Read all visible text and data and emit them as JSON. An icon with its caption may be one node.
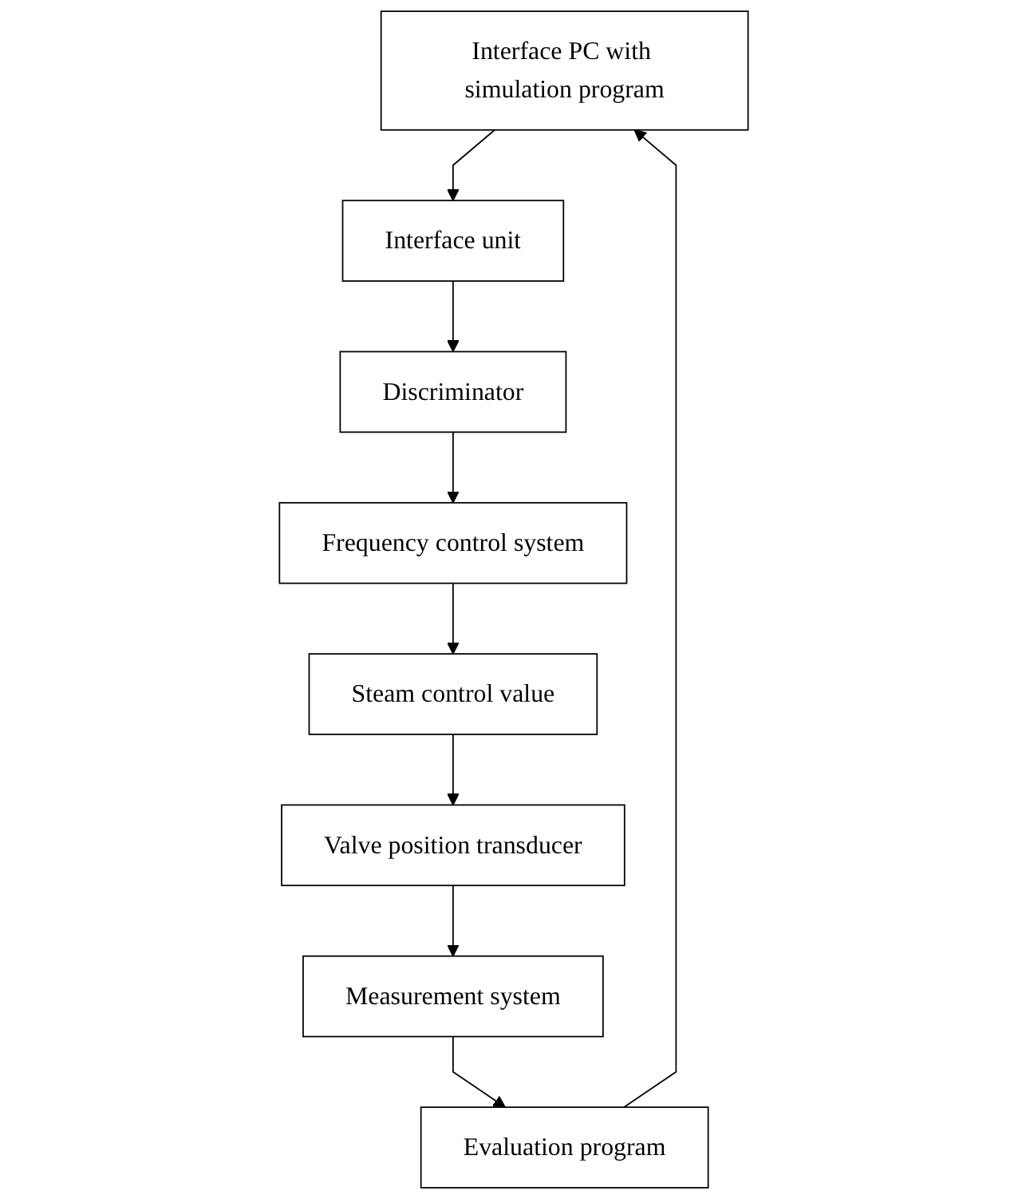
{
  "diagram": {
    "nodes": [
      {
        "text": [
          "Interface PC with simulation program"
        ]
      },
      {
        "text": [
          "Evaluation program"
        ]
      },
      {
        "text": [
          "Interface unit"
        ]
      },
      {
        "text": [
          "Measurement system"
        ]
      },
      {
        "text": [
          "Discriminator"
        ]
      },
      {
        "text": [
          "Valve position transducer"
        ]
      },
      {
        "text": [
          "Frequency control system"
        ]
      },
      {
        "text": [
          "Steam control value"
        ]
      }
    ],
    "edges": [
      {
        "from": 0,
        "to": 2,
        "arrow": "to"
      },
      {
        "from": 2,
        "to": 4,
        "arrow": "to"
      },
      {
        "from": 4,
        "to": 6,
        "arrow": "to"
      },
      {
        "from": 6,
        "to": 7,
        "arrow": "to"
      },
      {
        "from": 7,
        "to": 5,
        "arrow": "to"
      },
      {
        "from": 5,
        "to": 3,
        "arrow": "to"
      },
      {
        "from": 3,
        "to": 1,
        "arrow": "to"
      },
      {
        "from": 1,
        "to": 0,
        "arrow": "to"
      }
    ]
  }
}
